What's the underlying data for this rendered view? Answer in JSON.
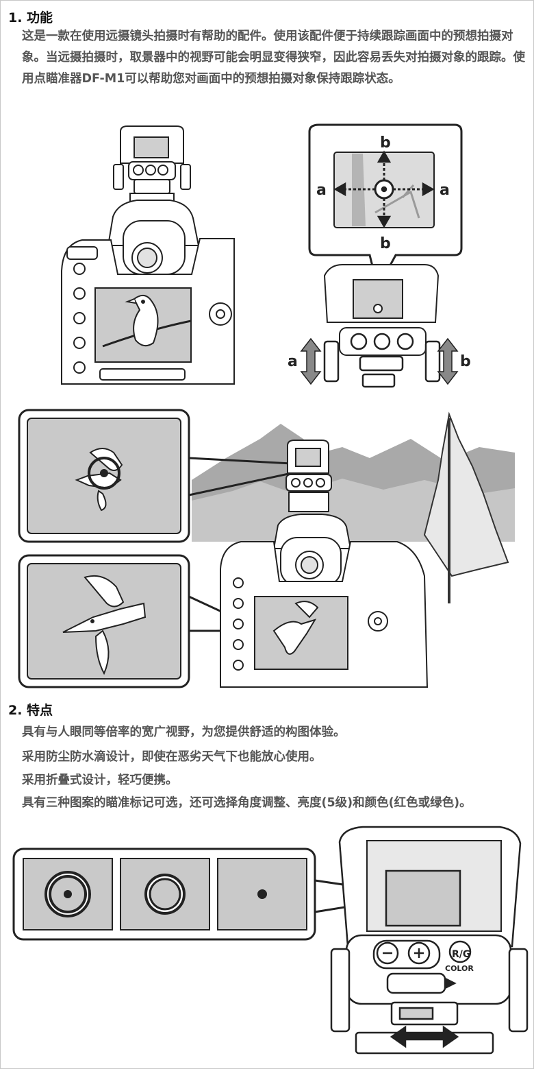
{
  "section1": {
    "heading": "1. 功能",
    "paragraph": "这是一款在使用远摄镜头拍摄时有帮助的配件。使用该配件便于持续跟踪画面中的预想拍摄对象。当远摄拍摄时，取景器中的视野可能会明显变得狭窄，因此容易丢失对拍摄对象的跟踪。使用点瞄准器DF-M1可以帮助您对画面中的预想拍摄对象保持跟踪状态。"
  },
  "figure1": {
    "label_a": "a",
    "label_b": "b"
  },
  "section2": {
    "heading": "2. 特点",
    "features": [
      "具有与人眼同等倍率的宽广视野，为您提供舒适的构图体验。",
      "采用防尘防水滴设计，即使在恶劣天气下也能放心使用。",
      "采用折叠式设计，轻巧便携。",
      "具有三种图案的瞄准标记可选，还可选择角度调整、亮度(5级)和颜色(红色或绿色)。"
    ]
  },
  "figure3": {
    "color_button_top": "R/G",
    "color_button_bottom": "COLOR"
  },
  "colors": {
    "panel_gray": "#c9c9c9",
    "mountain_gray": "#a9a9a9",
    "text_gray": "#555555"
  }
}
